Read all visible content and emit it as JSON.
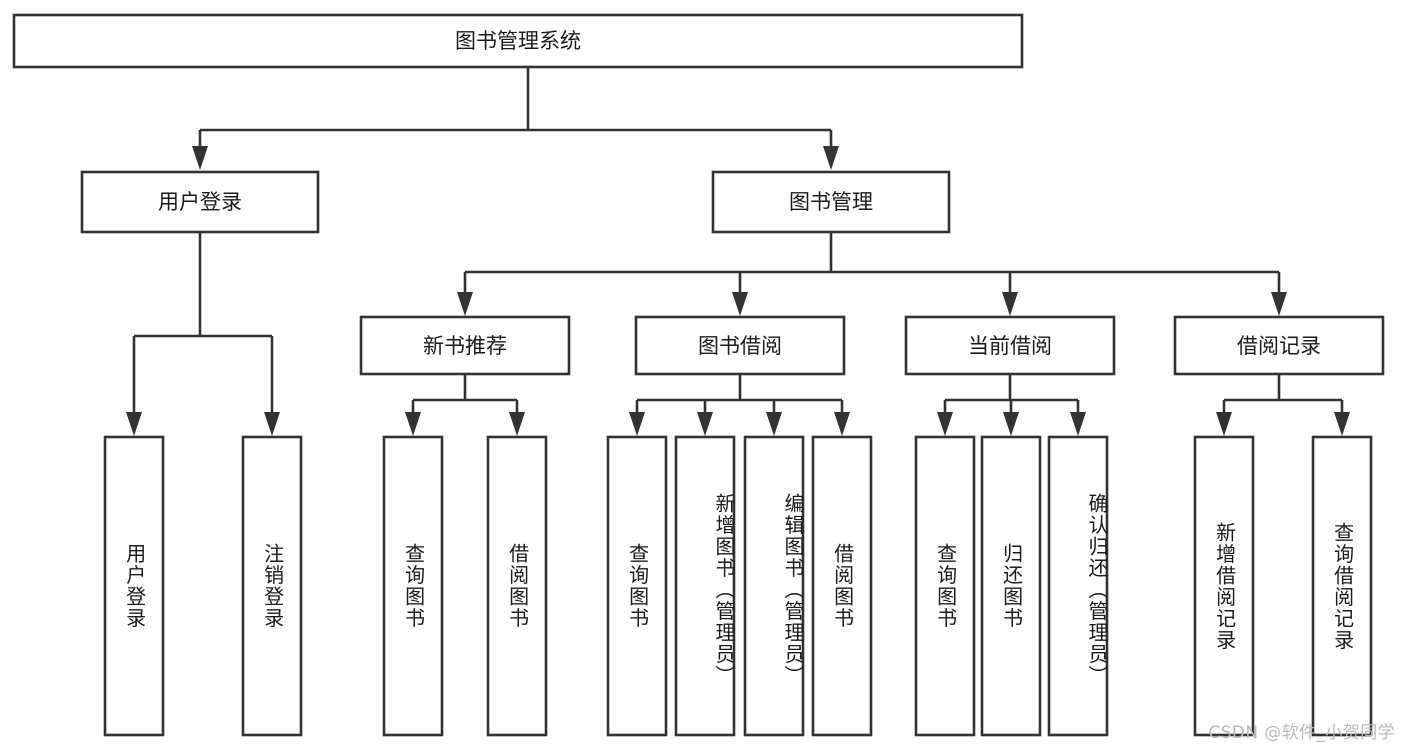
{
  "diagram": {
    "title": "图书管理系统",
    "type": "hierarchy-tree",
    "orientation": "top-down",
    "root": {
      "label": "图书管理系统",
      "text_direction": "horizontal"
    },
    "level2": [
      {
        "label": "用户登录",
        "text_direction": "horizontal"
      },
      {
        "label": "图书管理",
        "text_direction": "horizontal"
      }
    ],
    "level3": [
      {
        "label": "新书推荐",
        "text_direction": "horizontal"
      },
      {
        "label": "图书借阅",
        "text_direction": "horizontal"
      },
      {
        "label": "当前借阅",
        "text_direction": "horizontal"
      },
      {
        "label": "借阅记录",
        "text_direction": "horizontal"
      }
    ],
    "leaves": {
      "user_login": [
        {
          "label": "用户登录",
          "text_direction": "vertical"
        },
        {
          "label": "注销登录",
          "text_direction": "vertical"
        }
      ],
      "new_book_recommend": [
        {
          "label": "查询图书",
          "text_direction": "vertical"
        },
        {
          "label": "借阅图书",
          "text_direction": "vertical"
        }
      ],
      "book_borrow": [
        {
          "label": "查询图书",
          "text_direction": "vertical"
        },
        {
          "label": "新增图书（管理员）",
          "text_direction": "vertical"
        },
        {
          "label": "编辑图书（管理员）",
          "text_direction": "vertical"
        },
        {
          "label": "借阅图书",
          "text_direction": "vertical"
        }
      ],
      "current_borrow": [
        {
          "label": "查询图书",
          "text_direction": "vertical"
        },
        {
          "label": "归还图书",
          "text_direction": "vertical"
        },
        {
          "label": "确认归还（管理员）",
          "text_direction": "vertical"
        }
      ],
      "borrow_record": [
        {
          "label": "新增借阅记录",
          "text_direction": "vertical"
        },
        {
          "label": "查询借阅记录",
          "text_direction": "vertical"
        }
      ]
    },
    "colors": {
      "box_stroke": "#333333",
      "box_fill": "#ffffff",
      "text": "#1b1b1b",
      "background": "#ffffff",
      "watermark": "#b9b9b9"
    }
  },
  "watermark": {
    "text": "CSDN @软件_小贺同学"
  }
}
